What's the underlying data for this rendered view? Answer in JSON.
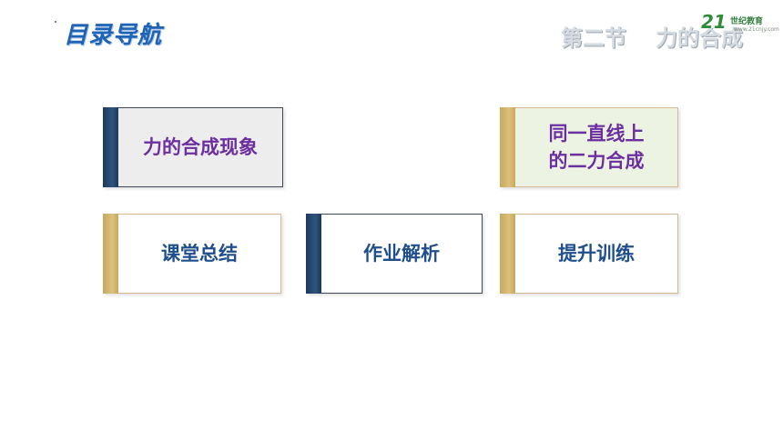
{
  "header": {
    "title": "目录导航",
    "section_number": "第二节",
    "section_name": "力的合成",
    "logo": {
      "mark": "21",
      "text": "世纪教育",
      "sub": "www.21cnjy.com"
    }
  },
  "cards": [
    {
      "label": "力的合成现象",
      "color": "#6b2fa0",
      "bar": "navy"
    },
    {
      "label": "同一直线上\n的二力合成",
      "color": "#6b2fa0",
      "bar": "gold"
    },
    {
      "label": "课堂总结",
      "color": "#1f4e8c",
      "bar": "gold"
    },
    {
      "label": "作业解析",
      "color": "#1f4e8c",
      "bar": "navy"
    },
    {
      "label": "提升训练",
      "color": "#1f4e8c",
      "bar": "gold"
    }
  ]
}
